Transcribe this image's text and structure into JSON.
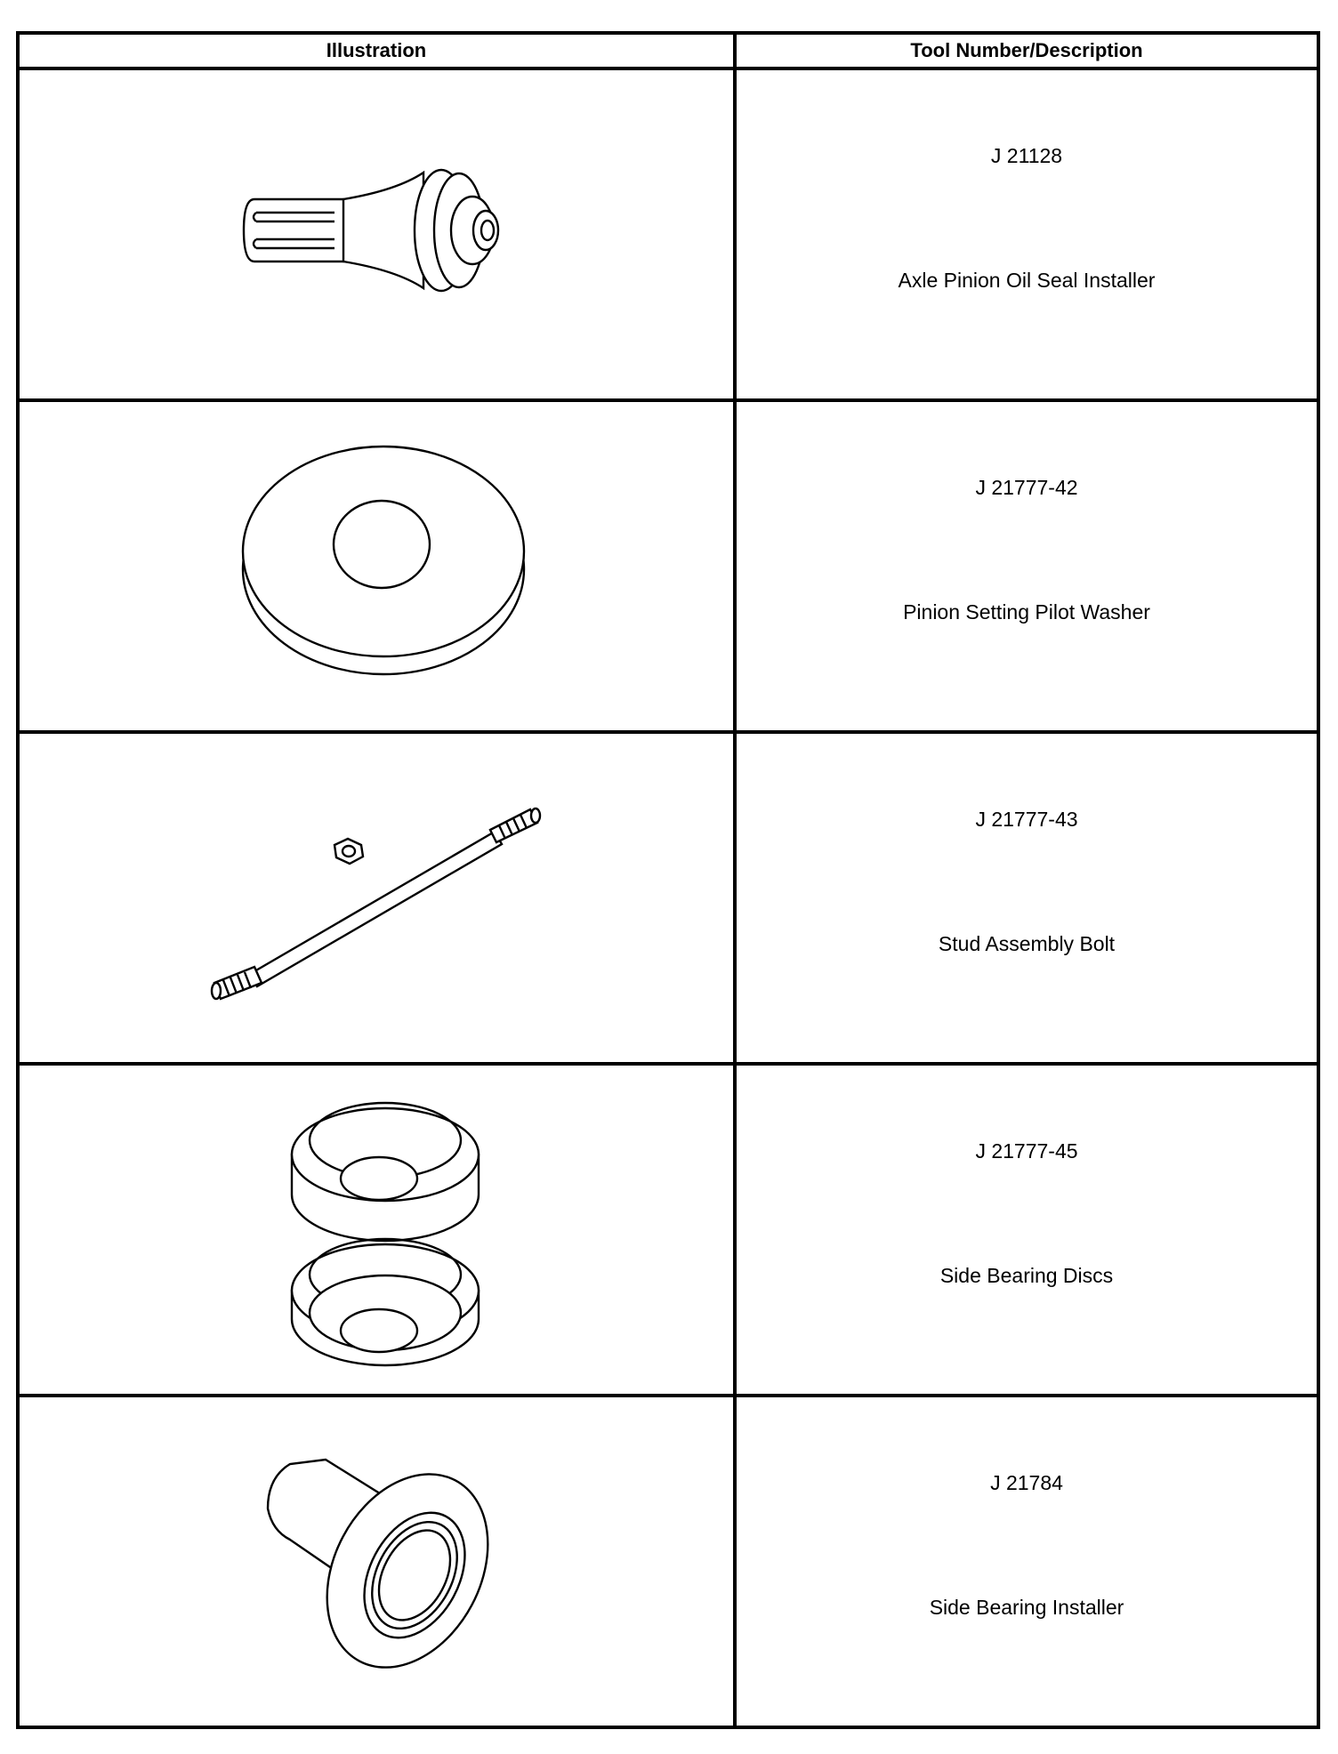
{
  "table": {
    "headers": {
      "illustration": "Illustration",
      "tool": "Tool Number/Description"
    },
    "rows": [
      {
        "number": "J 21128",
        "description": "Axle Pinion Oil Seal Installer",
        "icon": "seal-installer-icon"
      },
      {
        "number": "J 21777-42",
        "description": "Pinion Setting Pilot Washer",
        "icon": "pilot-washer-icon"
      },
      {
        "number": "J 21777-43",
        "description": "Stud Assembly Bolt",
        "icon": "stud-bolt-icon"
      },
      {
        "number": "J 21777-45",
        "description": "Side Bearing Discs",
        "icon": "bearing-discs-icon"
      },
      {
        "number": "J 21784",
        "description": "Side Bearing Installer",
        "icon": "bearing-installer-icon"
      }
    ]
  }
}
